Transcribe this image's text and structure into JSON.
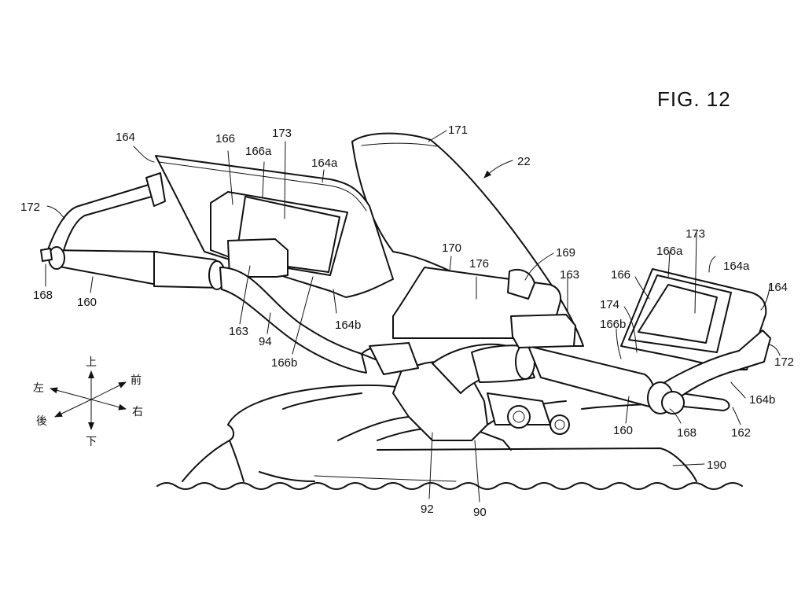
{
  "figure": {
    "title": "FIG. 12"
  },
  "reference_labels": {
    "l164_left": "164",
    "l166_left": "166",
    "l166a_left": "166a",
    "l173_left": "173",
    "l164a_left": "164a",
    "l172_left": "172",
    "l168_left": "168",
    "l160_left": "160",
    "l163_left": "163",
    "l94": "94",
    "l164b_left": "164b",
    "l166b_left": "166b",
    "l171": "171",
    "l22": "22",
    "l170": "170",
    "l176": "176",
    "l169": "169",
    "l163_right": "163",
    "l173_right": "173",
    "l166a_right": "166a",
    "l164a_right": "164a",
    "l166_right": "166",
    "l164_right": "164",
    "l174": "174",
    "l166b_right": "166b",
    "l172_right": "172",
    "l164b_right": "164b",
    "l160_right": "160",
    "l168_right": "168",
    "l162": "162",
    "l190": "190",
    "l92": "92",
    "l90": "90"
  },
  "direction_indicator": {
    "up": "上",
    "down": "下",
    "left": "左",
    "right": "右",
    "front": "前",
    "rear": "後"
  }
}
